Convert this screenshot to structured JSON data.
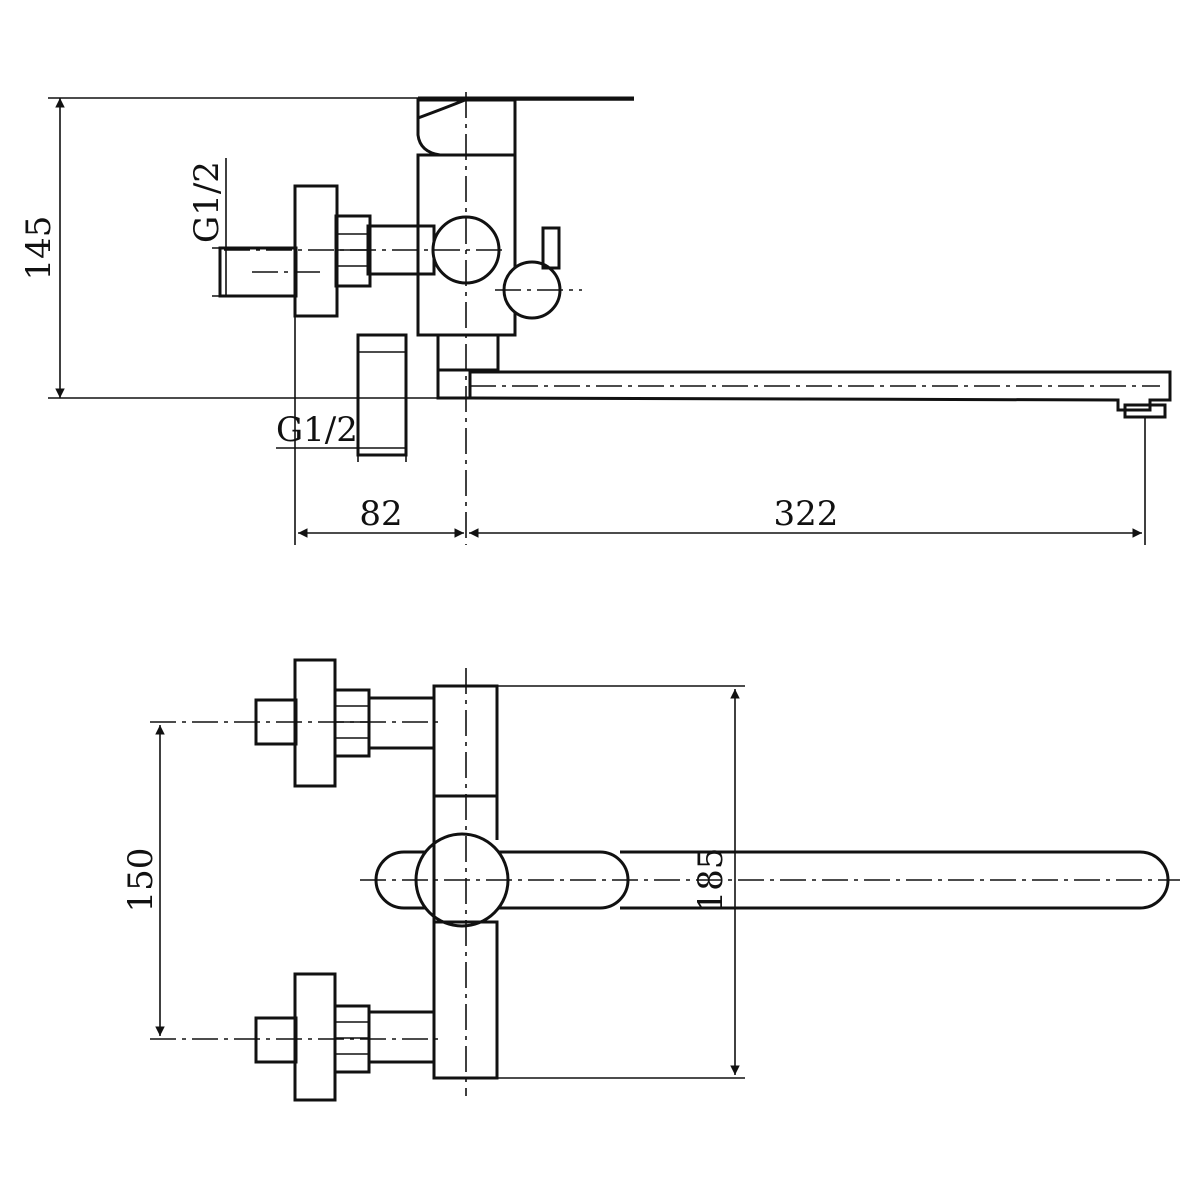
{
  "labels": {
    "height": "145",
    "thread_top": "G1/2",
    "thread_bottom": "G1/2",
    "offset": "82",
    "spout_reach": "322",
    "inlet_spacing": "150",
    "body_depth": "185"
  }
}
